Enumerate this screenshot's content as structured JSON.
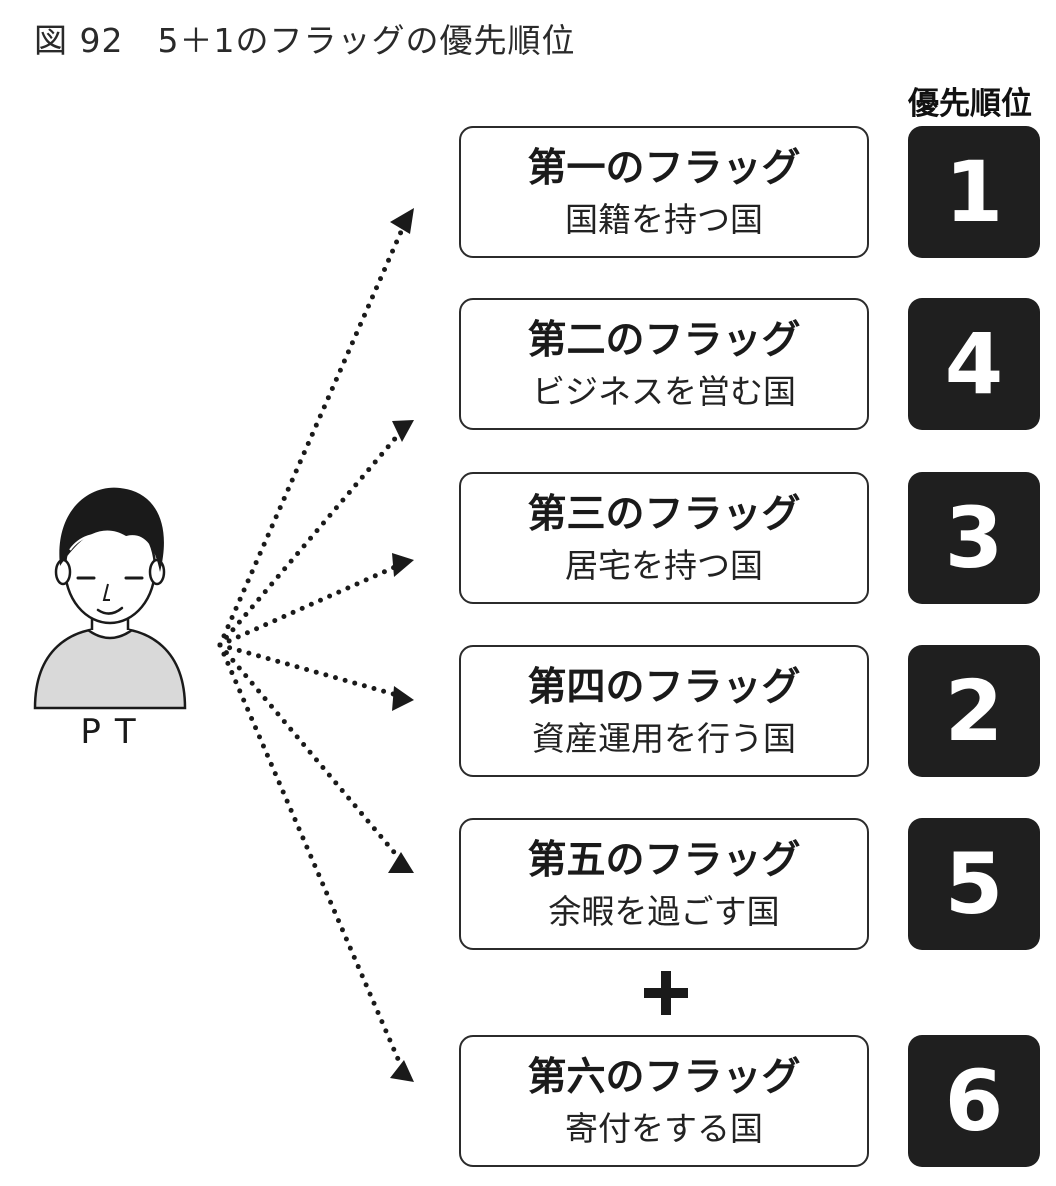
{
  "figure_title": "図 92　5＋1のフラッグの優先順位",
  "priority_header": "優先順位",
  "person_label": "PT",
  "connector": "+",
  "flags": [
    {
      "name": "第一のフラッグ",
      "description": "国籍を持つ国",
      "priority": "1"
    },
    {
      "name": "第二のフラッグ",
      "description": "ビジネスを営む国",
      "priority": "4"
    },
    {
      "name": "第三のフラッグ",
      "description": "居宅を持つ国",
      "priority": "3"
    },
    {
      "name": "第四のフラッグ",
      "description": "資産運用を行う国",
      "priority": "2"
    },
    {
      "name": "第五のフラッグ",
      "description": "余暇を過ごす国",
      "priority": "5"
    },
    {
      "name": "第六のフラッグ",
      "description": "寄付をする国",
      "priority": "6"
    }
  ],
  "colors": {
    "box_fill": "#1f1f1f",
    "person_shirt": "#d9d9d9"
  }
}
